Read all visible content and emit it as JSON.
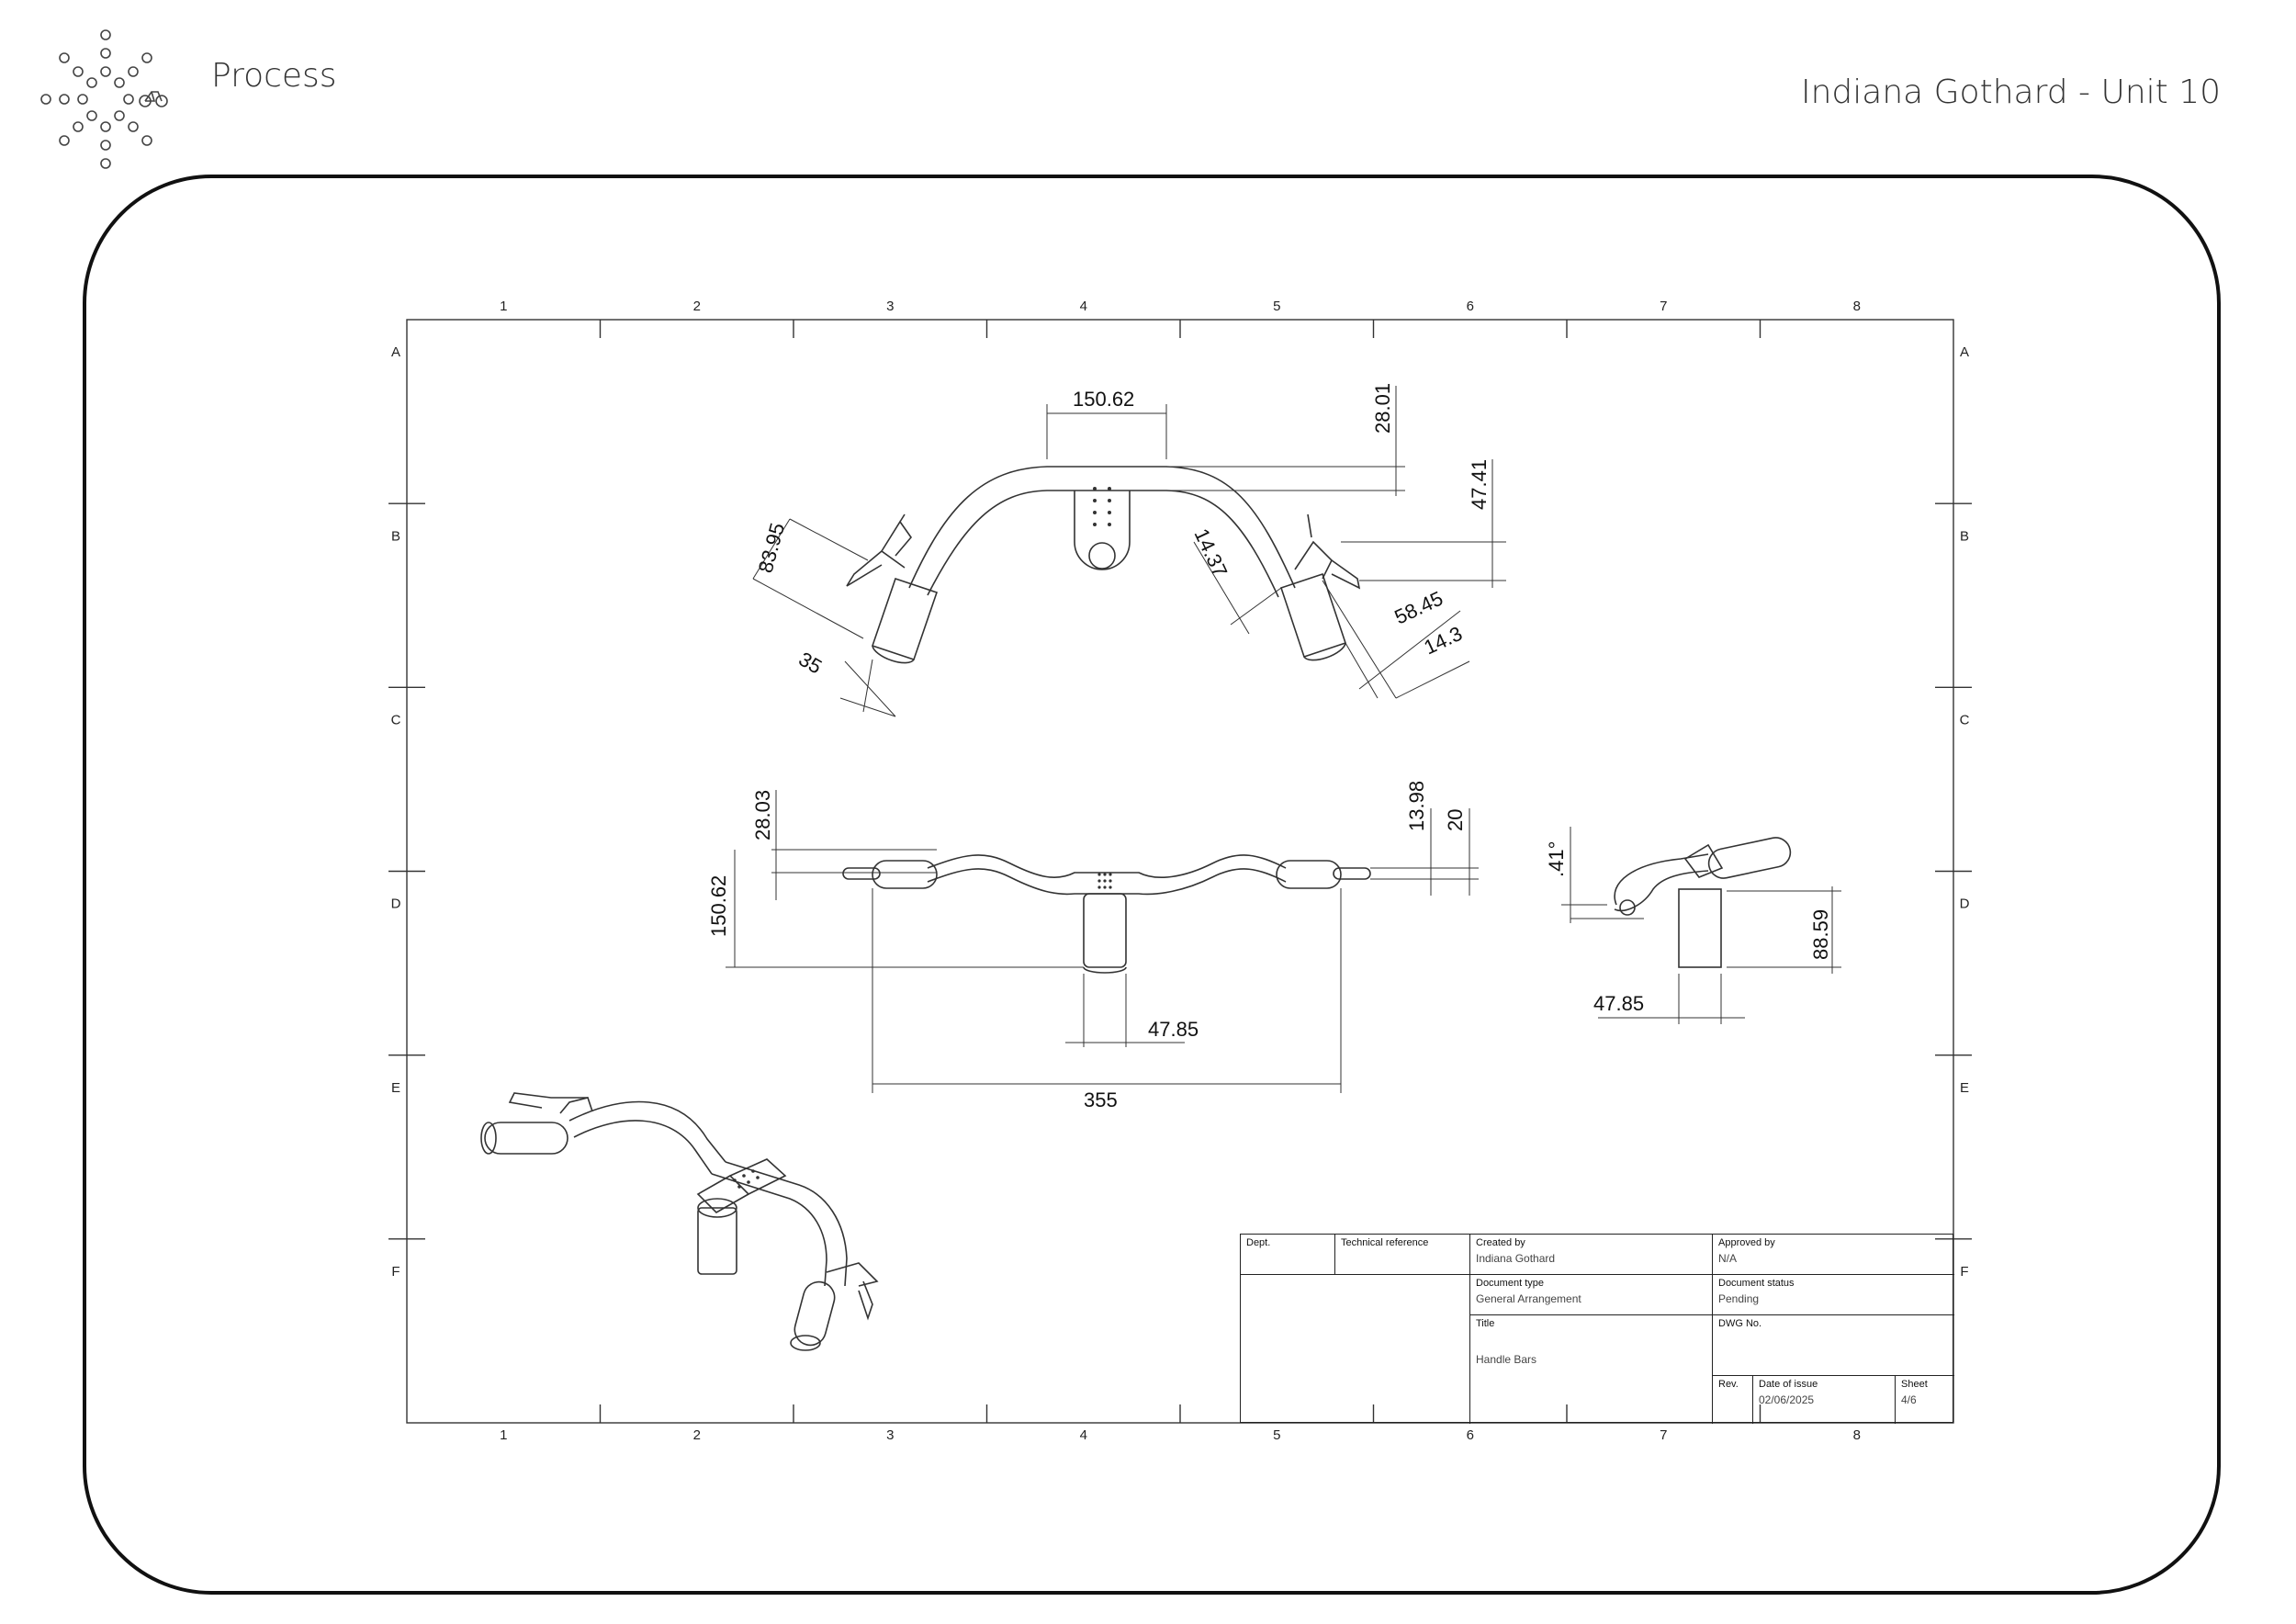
{
  "header": {
    "section_title": "Process",
    "author_unit": "Indiana Gothard - Unit 10"
  },
  "icons": {
    "logo": "dot-circle-bike-logo-icon"
  },
  "drawing": {
    "columns": [
      "1",
      "2",
      "3",
      "4",
      "5",
      "6",
      "7",
      "8"
    ],
    "rows": [
      "A",
      "B",
      "C",
      "D",
      "E",
      "F"
    ],
    "dimensions": {
      "top_stem_width": "150.62",
      "top_rise": "28.01",
      "top_drop": "47.41",
      "left_grip_length": "83.95",
      "left_grip_dia": "35",
      "right_clamp": "14.37",
      "right_grip_length": "58.45",
      "right_grip_end": "14.3",
      "front_rise": "28.03",
      "front_height": "150.62",
      "front_offset_a": "13.98",
      "front_offset_b": "20",
      "stem_dia": "47.85",
      "overall_width": "355",
      "side_angle": ".41°",
      "side_height": "88.59",
      "side_stem_dia": "47.85"
    }
  },
  "title_block": {
    "dept_label": "Dept.",
    "tech_ref_label": "Technical reference",
    "created_by_label": "Created by",
    "created_by": "Indiana Gothard",
    "approved_by_label": "Approved by",
    "approved_by": "N/A",
    "doc_type_label": "Document type",
    "doc_type": "General Arrangement",
    "doc_status_label": "Document status",
    "doc_status": "Pending",
    "title_label": "Title",
    "title": "Handle Bars",
    "dwg_label": "DWG No.",
    "rev_label": "Rev.",
    "date_label": "Date of issue",
    "date": "02/06/2025",
    "sheet_label": "Sheet",
    "sheet": "4/6"
  }
}
